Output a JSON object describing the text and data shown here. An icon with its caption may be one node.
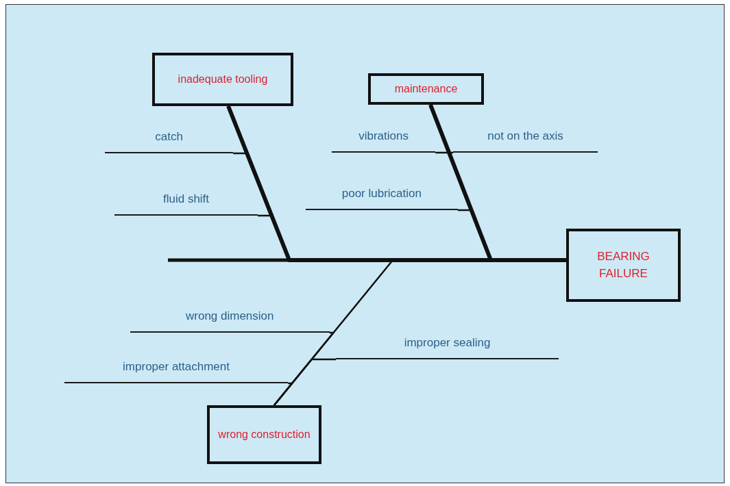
{
  "diagram": {
    "nodes": [
      {
        "text": [
          "inadequate tooling"
        ]
      },
      {
        "text": [
          "maintenance"
        ]
      },
      {
        "text": [
          "catch"
        ]
      },
      {
        "text": [
          "vibrations"
        ]
      },
      {
        "text": [
          "not on the axis"
        ]
      },
      {
        "text": [
          "fluid shift"
        ]
      },
      {
        "text": [
          "poor lubrication"
        ]
      },
      {
        "text": [
          "BEARING FAILURE"
        ]
      },
      {
        "text": [
          "wrong dimension"
        ]
      },
      {
        "text": [
          "improper sealing"
        ]
      },
      {
        "text": [
          "improper attachment"
        ]
      },
      {
        "text": [
          "wrong construction"
        ]
      }
    ],
    "edges": [
      {
        "from": 0,
        "to": 7,
        "arrow": "none",
        "style": "thick"
      },
      {
        "from": 1,
        "to": 7,
        "arrow": "none",
        "style": "thick"
      },
      {
        "from": 11,
        "to": 7,
        "arrow": "none"
      },
      {
        "from": 2,
        "to": 0,
        "arrow": "none"
      },
      {
        "from": 5,
        "to": 0,
        "arrow": "none"
      },
      {
        "from": 3,
        "to": 1,
        "arrow": "none"
      },
      {
        "from": 4,
        "to": 1,
        "arrow": "none"
      },
      {
        "from": 6,
        "to": 1,
        "arrow": "none"
      },
      {
        "from": 8,
        "to": 11,
        "arrow": "none"
      },
      {
        "from": 9,
        "to": 11,
        "arrow": "none"
      },
      {
        "from": 10,
        "to": 11,
        "arrow": "none"
      }
    ]
  }
}
